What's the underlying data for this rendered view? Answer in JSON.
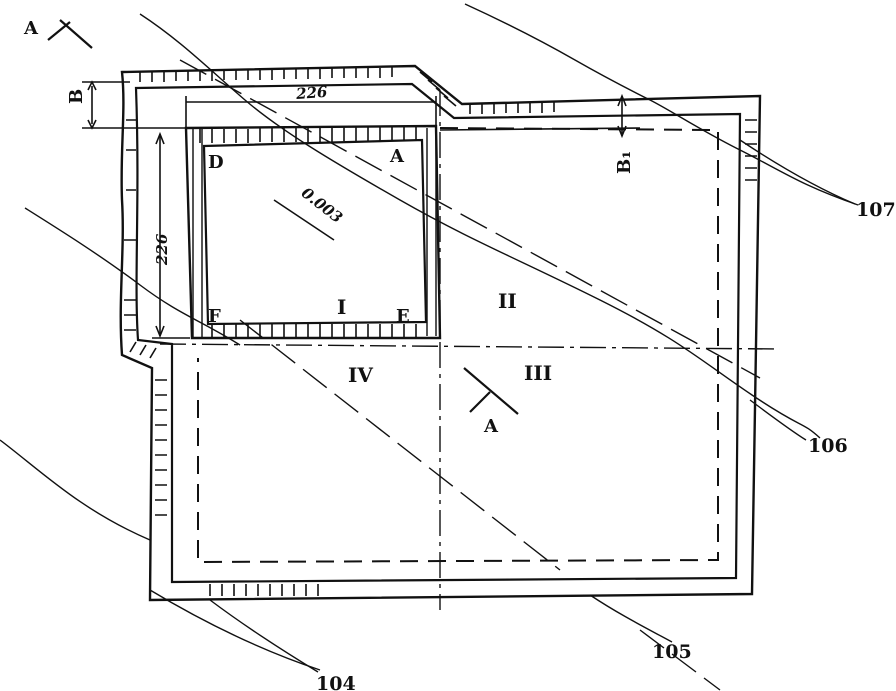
{
  "labels": {
    "section_a_top": "A",
    "section_a_bottom": "A",
    "dim_b": "B",
    "dim_b1": "B₁",
    "dim_top": "226",
    "dim_side": "226",
    "slope": "0.003",
    "point_d": "D",
    "point_a": "A",
    "point_f": "F",
    "point_e": "E",
    "zone_1": "I",
    "zone_2": "II",
    "zone_3": "III",
    "zone_4": "IV",
    "ref_104": "104",
    "ref_105": "105",
    "ref_106": "106",
    "ref_107": "107"
  }
}
